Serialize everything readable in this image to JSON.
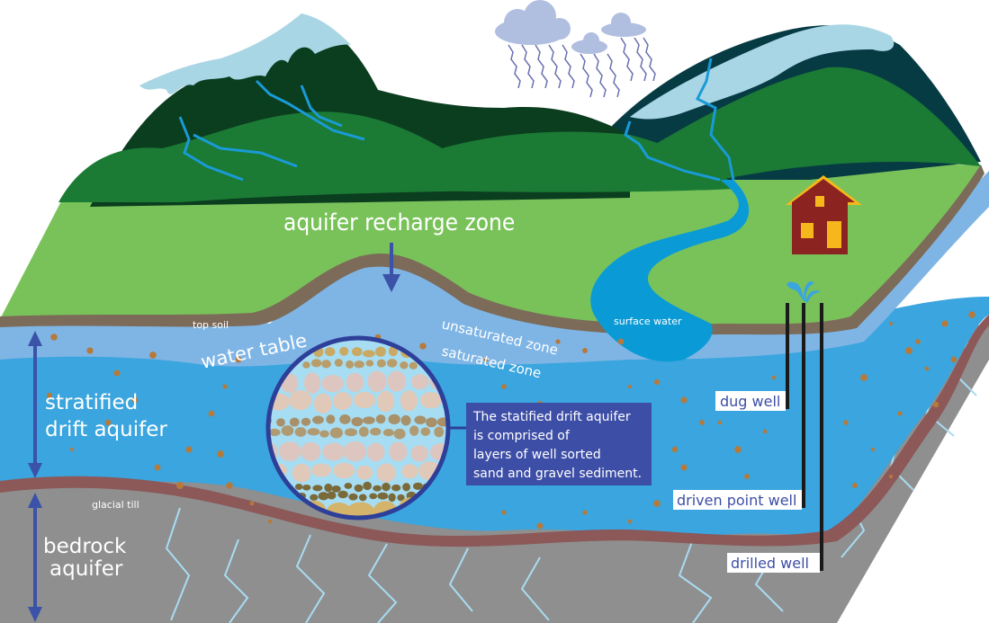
{
  "diagram": {
    "title": "Stratified drift aquifer cross-section",
    "labels": {
      "recharge_zone": "aquifer recharge zone",
      "top_soil": "top soil",
      "water_table": "water table",
      "unsaturated_zone": "unsaturated zone",
      "saturated_zone": "saturated zone",
      "surface_water": "surface water",
      "stratified_line1": "stratified",
      "stratified_line2": "drift aquifer",
      "glacial_till": "glacial till",
      "bedrock_line1": "bedrock",
      "bedrock_line2": "aquifer"
    },
    "info_box": {
      "lines": [
        "The statified drift aquifer",
        "is comprised of",
        "layers of well sorted",
        "sand and gravel sediment."
      ]
    },
    "wells": [
      {
        "name": "dug well"
      },
      {
        "name": "driven point well"
      },
      {
        "name": "drilled well"
      }
    ],
    "colors": {
      "sky": "#ffffff",
      "snow": "#a9d6e5",
      "mountain_dark": "#0b3d1f",
      "mountain_far_dark": "#073b44",
      "forest": "#1b7a34",
      "meadow": "#79c25a",
      "topsoil": "#7c6b58",
      "unsaturated": "#7fb5e5",
      "saturated": "#3aa5de",
      "surface_water": "#0a9bd6",
      "glacial_till": "#8c5858",
      "bedrock": "#8f8f8f",
      "fracture": "#a8dcf2",
      "arrow": "#3a52a8",
      "info_box": "#3d4ea6",
      "sediment_dot": "#b57a3b",
      "house_wall": "#8b2320",
      "house_window": "#f6b71c",
      "cloud": "#b0bee0",
      "rain": "#6a6fb0"
    }
  }
}
